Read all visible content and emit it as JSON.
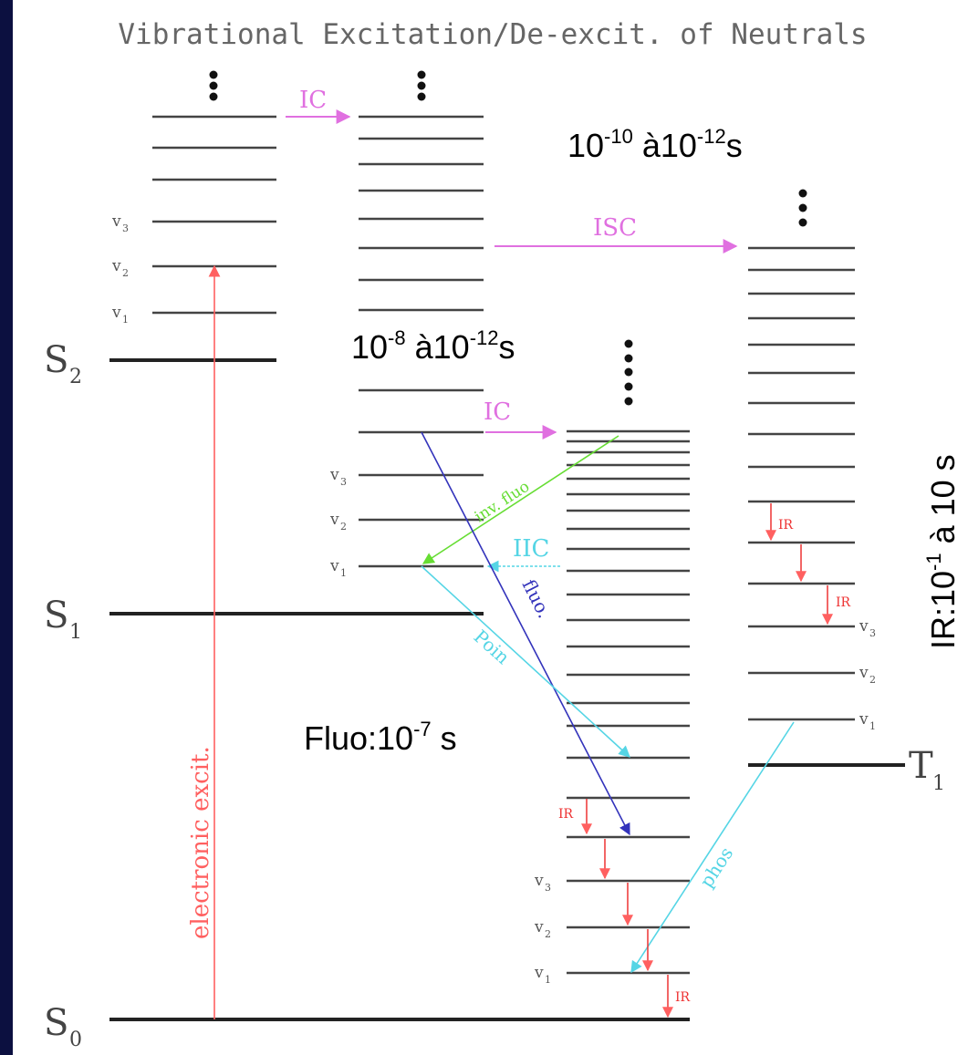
{
  "title": "Vibrational Excitation/De-excit. of Neutrals",
  "states": {
    "s2": "S",
    "s2_sub": "2",
    "s1": "S",
    "s1_sub": "1",
    "s0": "S",
    "s0_sub": "0",
    "t1": "T",
    "t1_sub": "1"
  },
  "vibrational_labels": {
    "v1": "v",
    "v1_sub": "1",
    "v2": "v",
    "v2_sub": "2",
    "v3": "v",
    "v3_sub": "3"
  },
  "processes": {
    "ic": "IC",
    "isc": "ISC",
    "inv_fluo": "inv. fluo",
    "iic": "IIC",
    "fluo": "fluo.",
    "poin": "Poin",
    "phos": "phos",
    "ir": "IR",
    "electronic_excit": "electronic excit."
  },
  "annotations": {
    "isc_time_base1": "10",
    "isc_time_exp1": "-10",
    "isc_time_mid": " à10",
    "isc_time_exp2": "-12",
    "isc_time_unit": "s",
    "ic_time_base1": "10",
    "ic_time_exp1": "-8",
    "ic_time_mid": " à10",
    "ic_time_exp2": "-12",
    "ic_time_unit": "s",
    "fluo_time_base": "Fluo:10",
    "fluo_time_exp": "-7",
    "fluo_time_unit": " s",
    "ir_time_base": "IR:10",
    "ir_time_exp": "-1",
    "ir_time_unit": " à 10 s"
  },
  "colors": {
    "excitation": "#ff6060",
    "ic": "#e070e0",
    "inv_fluo": "#66dd33",
    "iic": "#55d5e5",
    "fluo": "#3333bb",
    "ir": "#ee3333",
    "level_line": "#444444",
    "background_frame": "#0c1040"
  }
}
